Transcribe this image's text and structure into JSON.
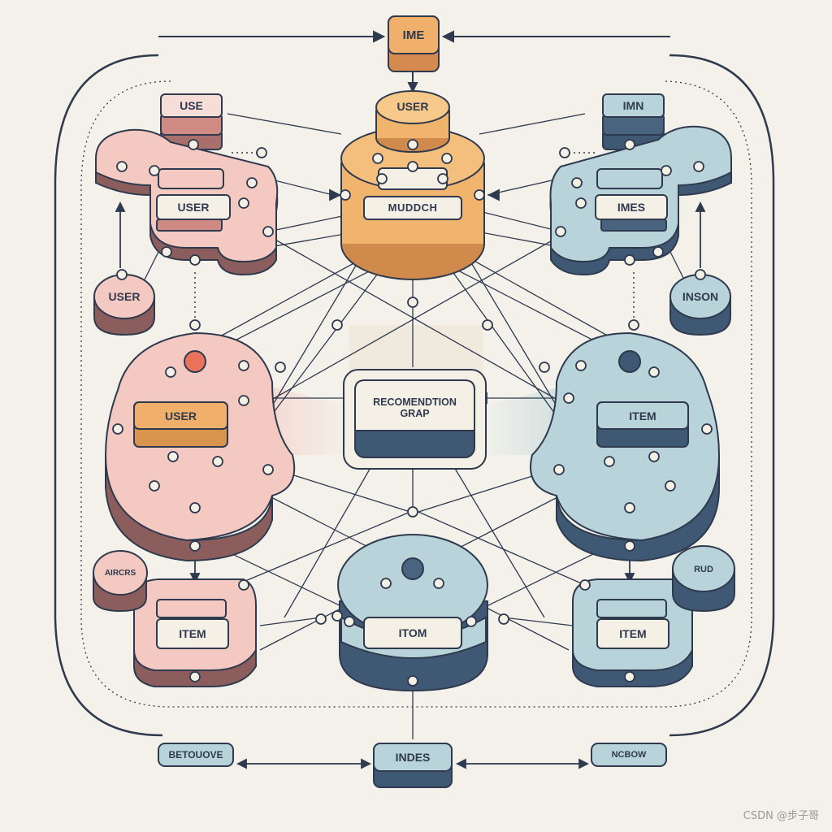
{
  "diagram": {
    "top_box": "IME",
    "center_top": "USER",
    "center_top_sub": "MUDDCH",
    "left_top_stack": "USE",
    "left_stack_inner": "USER",
    "right_top_stack": "IMN",
    "right_stack_inner": "IMES",
    "left_small_disk": "USER",
    "right_small_disk": "INSON",
    "left_big_cluster": "USER",
    "right_big_cluster": "ITEM",
    "center_card": "RECOMENDTION\nGRAP",
    "bottom_left_stack": "ITEM",
    "bottom_center": "ITOM",
    "bottom_right_stack": "ITEM",
    "left_small_bottom": "AIRCRS",
    "right_small_bottom": "RUD",
    "bottom_left_label": "BETOUOVE",
    "bottom_center_box": "INDES",
    "bottom_right_label": "NCBOW",
    "watermark": "CSDN @步子哥"
  },
  "colors": {
    "ink": "#2f3a4e",
    "pink": "#f4c9c2",
    "pink_dark": "#8b5d5c",
    "orange": "#f2b56b",
    "orange_dark": "#8a5a34",
    "blue": "#b9d3da",
    "blue_dark": "#3f5873",
    "card": "#f5f0e6",
    "background": "#f3f1ea"
  }
}
